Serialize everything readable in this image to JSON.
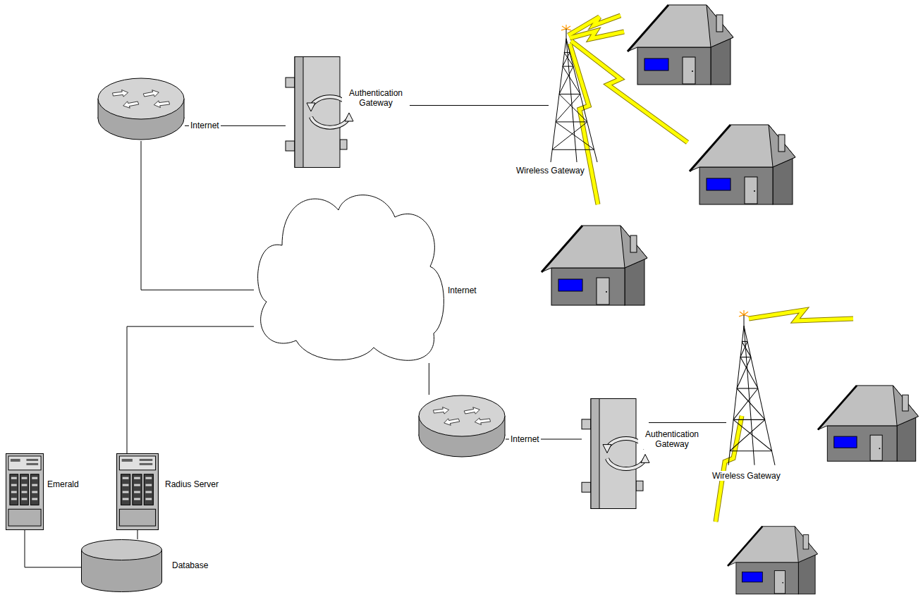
{
  "diagram": {
    "nodes": [
      {
        "text": [
          "Internet"
        ]
      },
      {
        "text": [
          "Authentication Gateway"
        ]
      },
      {
        "text": [
          "Wireless Gateway"
        ]
      },
      {
        "text": [
          "Internet"
        ]
      },
      {
        "text": [
          "Internet"
        ]
      },
      {
        "text": [
          "Authentication Gateway"
        ]
      },
      {
        "text": [
          "Wireless Gateway"
        ]
      },
      {
        "text": [
          "Emerald"
        ]
      },
      {
        "text": [
          "Radius Server"
        ]
      },
      {
        "text": [
          "Database"
        ]
      }
    ],
    "edges": [
      {
        "from": 0,
        "to": 1,
        "arrow": "none"
      },
      {
        "from": 1,
        "to": 2,
        "arrow": "none"
      },
      {
        "from": 0,
        "to": 3,
        "arrow": "none"
      },
      {
        "from": 3,
        "to": 8,
        "arrow": "none"
      },
      {
        "from": 3,
        "to": 4,
        "arrow": "none"
      },
      {
        "from": 4,
        "to": 5,
        "arrow": "none"
      },
      {
        "from": 5,
        "to": 6,
        "arrow": "none"
      },
      {
        "from": 7,
        "to": 9,
        "arrow": "none"
      },
      {
        "from": 8,
        "to": 9,
        "arrow": "none"
      }
    ]
  }
}
